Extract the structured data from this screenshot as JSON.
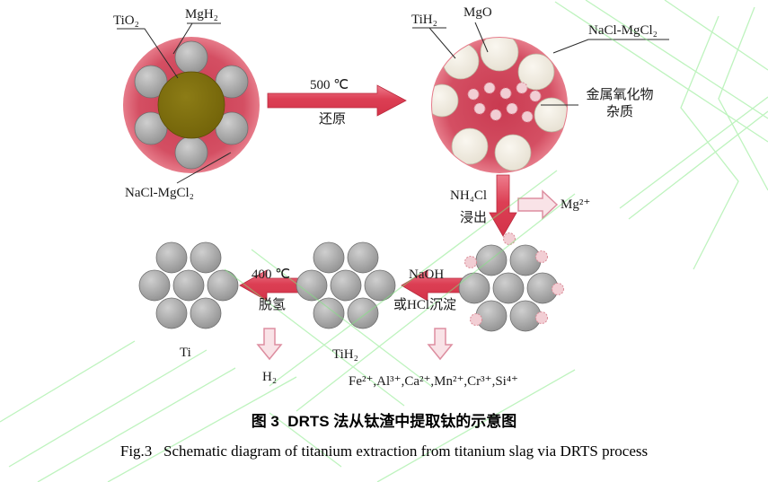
{
  "caption": {
    "zh": "图 3  DRTS 法从钛渣中提取钛的示意图",
    "en": "Fig.3   Schematic diagram of titanium extraction from titanium slag via DRTS process"
  },
  "mixture_stage": {
    "tio2": "TiO₂",
    "mgh2": "MgH₂",
    "nacl_mgcl2": "NaCl-MgCl₂"
  },
  "reduction_step": {
    "temp": "500 ℃",
    "name": "还原"
  },
  "reduced_stage": {
    "tih2": "TiH₂",
    "mgo": "MgO",
    "nacl_mgcl2": "NaCl-MgCl₂",
    "impurity": "金属氧化物\n杂质"
  },
  "leaching_step": {
    "reagent": "NH₄Cl",
    "name": "浸出",
    "byproduct": "Mg²⁺"
  },
  "precipitation_step": {
    "reagent": "NaOH",
    "name": "或HCl沉淀",
    "byproduct": "Fe²⁺,Al³⁺,Ca²⁺,Mn²⁺,Cr³⁺,Si⁴⁺"
  },
  "tih2_stage": {
    "label": "TiH₂"
  },
  "dehydrogenation_step": {
    "temp": "400 ℃",
    "name": "脱氢",
    "byproduct": "H₂"
  },
  "ti_stage": {
    "label": "Ti"
  },
  "colors": {
    "matrix_red": "#d44f63",
    "particle_gray": "#9a9a9a",
    "tio2_core": "#7a6a0c",
    "arrow_red": "#dd4255",
    "hollow_arrow_pink": "#f9e3e7",
    "watermark_green": "#7fe87f"
  }
}
